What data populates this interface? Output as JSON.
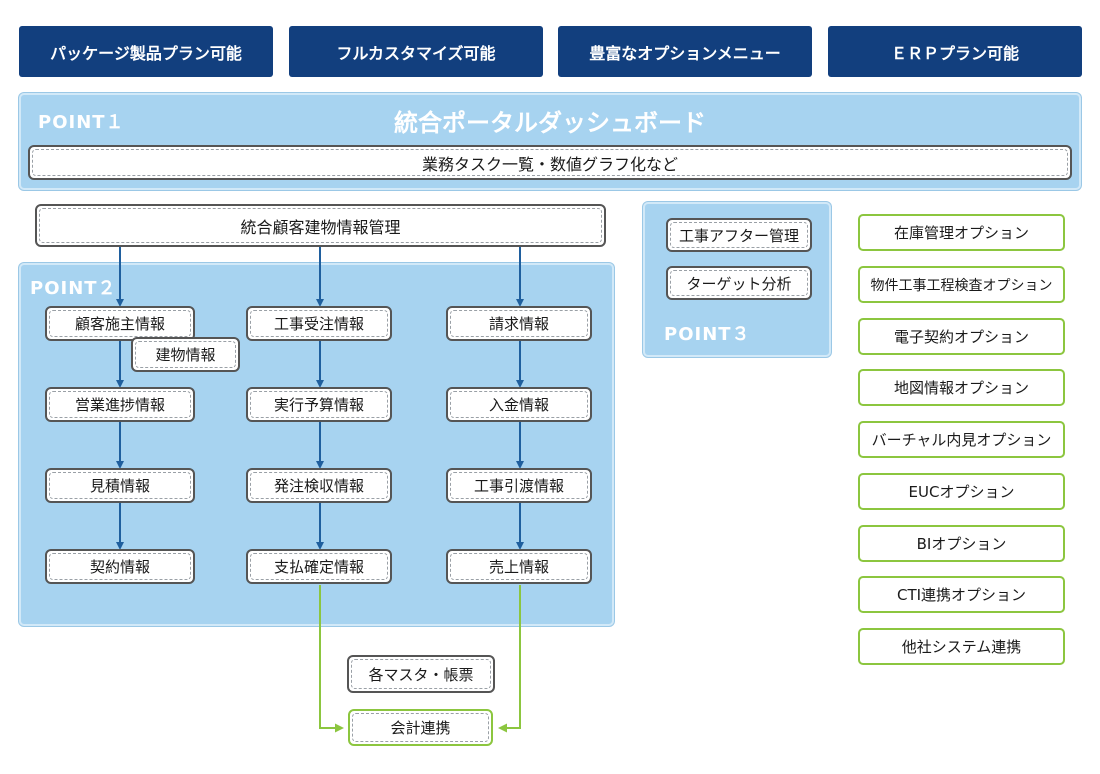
{
  "top_buttons": [
    "パッケージ製品プラン可能",
    "フルカスタマイズ可能",
    "豊富なオプションメニュー",
    "ＥＲＰプラン可能"
  ],
  "point1": {
    "label": "POINT１",
    "title": "統合ポータルダッシュボード",
    "subtitle": "業務タスク一覧・数値グラフ化など"
  },
  "integrated_box": "統合顧客建物情報管理",
  "point2": {
    "label": "POINT２",
    "col1": [
      "顧客施主情報",
      "営業進捗情報",
      "見積情報",
      "契約情報"
    ],
    "building": "建物情報",
    "col2": [
      "工事受注情報",
      "実行予算情報",
      "発注検収情報",
      "支払確定情報"
    ],
    "col3": [
      "請求情報",
      "入金情報",
      "工事引渡情報",
      "売上情報"
    ]
  },
  "point3": {
    "label": "POINT３",
    "items": [
      "工事アフター管理",
      "ターゲット分析"
    ]
  },
  "master_box": "各マスタ・帳票",
  "accounting_box": "会計連携",
  "options": [
    "在庫管理オプション",
    "物件工事工程検査オプション",
    "電子契約オプション",
    "地図情報オプション",
    "バーチャル内見オプション",
    "EUCオプション",
    "BIオプション",
    "CTI連携オプション",
    "他社システム連携"
  ],
  "colors": {
    "navy": "#123f7e",
    "panel_blue": "#a7d3f0",
    "arrow_blue": "#1f5f9e",
    "arrow_green": "#8cc63f"
  }
}
